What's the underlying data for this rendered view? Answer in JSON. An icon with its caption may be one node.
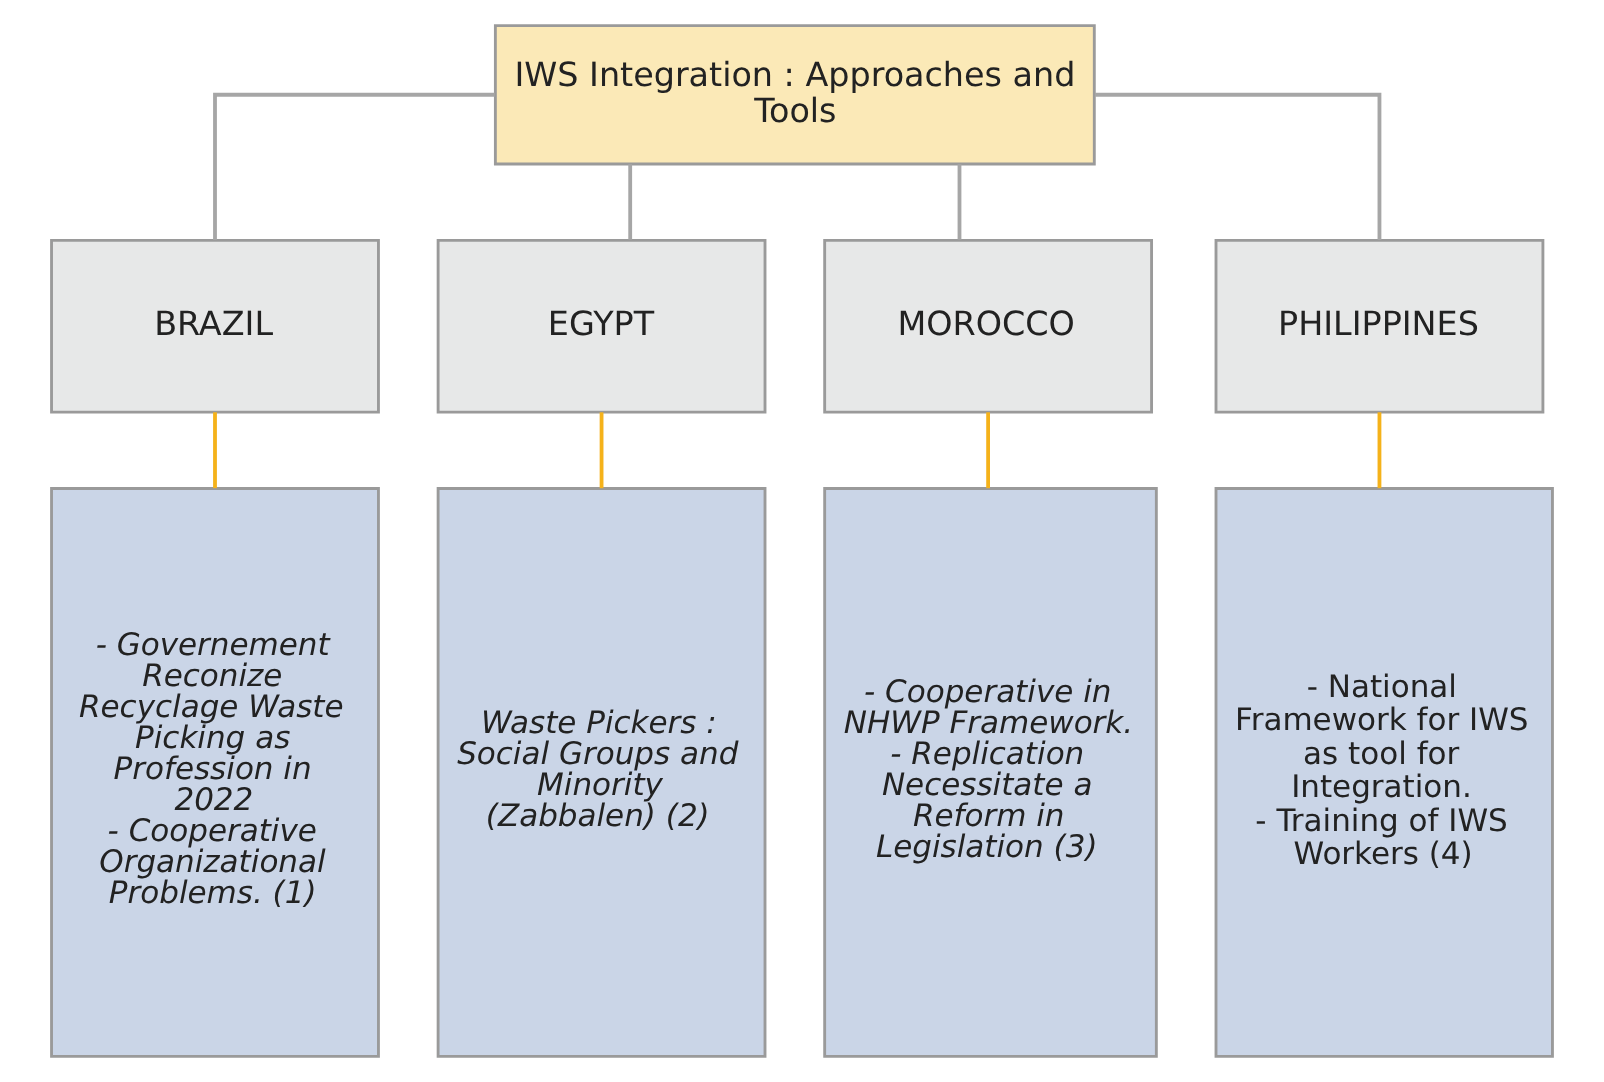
{
  "diagram": {
    "nodes": [
      {
        "text": [
          "IWS Integration : Approaches and Tools"
        ]
      },
      {
        "text": [
          "BRAZIL"
        ]
      },
      {
        "text": [
          "EGYPT"
        ]
      },
      {
        "text": [
          "MOROCCO"
        ]
      },
      {
        "text": [
          "PHILIPPINES"
        ]
      },
      {
        "text": [
          "- Governement Reconize Recyclage Waste Picking as Profession in 2022",
          "- Cooperative Organizational Problems. (1)"
        ]
      },
      {
        "text": [
          "Waste Pickers : Social Groups and Minority",
          "(Zabbalen) (2)"
        ]
      },
      {
        "text": [
          "- Cooperative in NHWP Framework.",
          "- Replication Necessitate a Reform in Legislation (3)"
        ]
      },
      {
        "text": [
          "- National Framework for IWS as tool for Integration.",
          "- Training of IWS Workers (4)"
        ]
      }
    ],
    "edges": [
      {
        "from": 0,
        "to": 1,
        "arrow": "none",
        "color": "#a6a6a6"
      },
      {
        "from": 0,
        "to": 2,
        "arrow": "none",
        "color": "#a6a6a6"
      },
      {
        "from": 0,
        "to": 3,
        "arrow": "none",
        "color": "#a6a6a6"
      },
      {
        "from": 0,
        "to": 4,
        "arrow": "none",
        "color": "#a6a6a6"
      },
      {
        "from": 1,
        "to": 5,
        "arrow": "none",
        "color": "#f5b21a"
      },
      {
        "from": 2,
        "to": 6,
        "arrow": "none",
        "color": "#f5b21a"
      },
      {
        "from": 3,
        "to": 7,
        "arrow": "none",
        "color": "#f5b21a"
      },
      {
        "from": 4,
        "to": 8,
        "arrow": "none",
        "color": "#f5b21a"
      }
    ]
  }
}
